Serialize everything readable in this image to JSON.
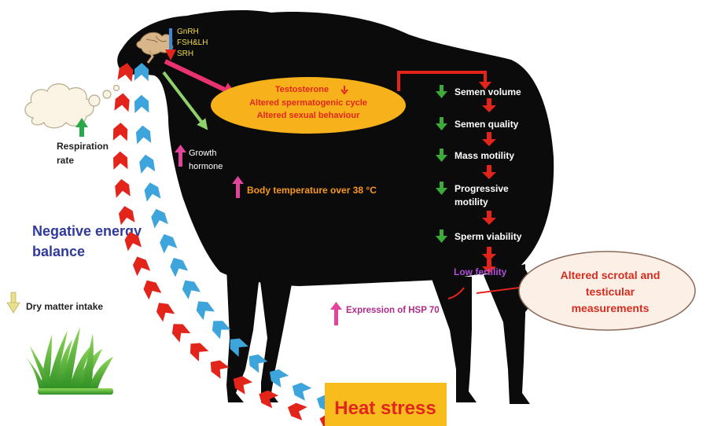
{
  "hormones": [
    "GnRH",
    "FSH&LH",
    "SRH"
  ],
  "ellipse_effects": [
    "Testosterone",
    "Altered spermatogenic cycle",
    "Altered sexual behaviour"
  ],
  "semen_chain": [
    [
      "Semen  volume"
    ],
    [
      "Semen quality"
    ],
    [
      "Mass motility"
    ],
    [
      "Progressive",
      "motility"
    ],
    [
      "Sperm viability"
    ]
  ],
  "low_fertility": "Low fertility",
  "scrotal": [
    "Altered scrotal and",
    "testicular",
    "measurements"
  ],
  "growth_hormone": [
    "Growth",
    "hormone"
  ],
  "body_temperature": "Body temperature over  38 °C",
  "respiration": [
    "Respiration",
    "rate"
  ],
  "negative_energy": [
    "Negative energy",
    "balance"
  ],
  "dry_matter": "Dry matter intake",
  "hsp": "Expression of HSP 70",
  "heat_stress": "Heat stress",
  "colors": {
    "sheep": "#0b0b0b",
    "ellipse": "#f7b21b",
    "heat_box": "#f8bd1c",
    "heat_text": "#e3261d",
    "red_arrow": "#e3241b",
    "blue_arrow": "#3ea4dc",
    "green_down": "#3dab3a",
    "pink_up": "#e0449b",
    "low_fertility_text": "#b04fd8",
    "negative_energy_text": "#2f3a9a",
    "scrotal_fill": "#fcefe5",
    "scrotal_text": "#d62d20",
    "hormone_text": "#f0dc4e",
    "orange_text": "#f7971e"
  },
  "icons": [
    "brain-icon",
    "cloud-icon",
    "grass-icon"
  ]
}
